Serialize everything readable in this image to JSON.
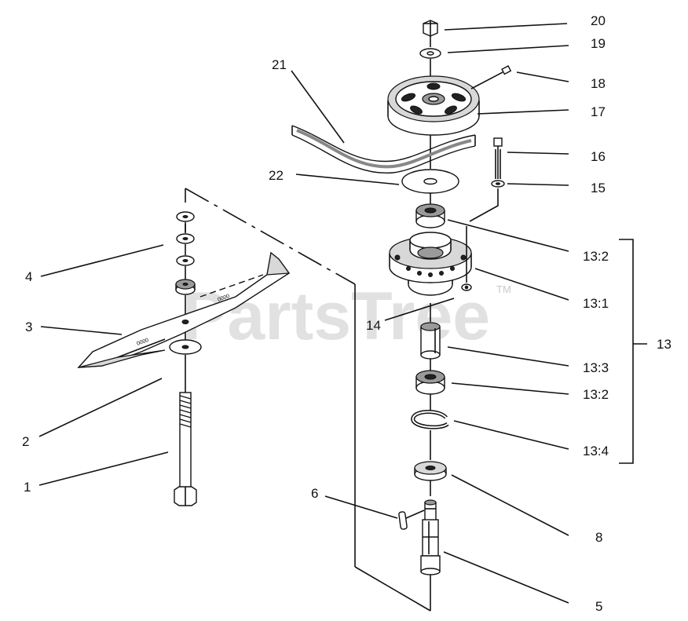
{
  "watermark": {
    "brand": "PartsTree",
    "trademark": "TM"
  },
  "callouts": {
    "c1": "1",
    "c2": "2",
    "c3": "3",
    "c4": "4",
    "c5": "5",
    "c6": "6",
    "c8": "8",
    "c13": "13",
    "c13_1": "13:1",
    "c13_2a": "13:2",
    "c13_2b": "13:2",
    "c13_3": "13:3",
    "c13_4": "13:4",
    "c14": "14",
    "c15": "15",
    "c16": "16",
    "c17": "17",
    "c18": "18",
    "c19": "19",
    "c20": "20",
    "c21": "21",
    "c22": "22"
  },
  "blade_stamp": "0000",
  "colors": {
    "ink": "#111111",
    "watermark": "#c9c9c9",
    "background": "#ffffff"
  }
}
